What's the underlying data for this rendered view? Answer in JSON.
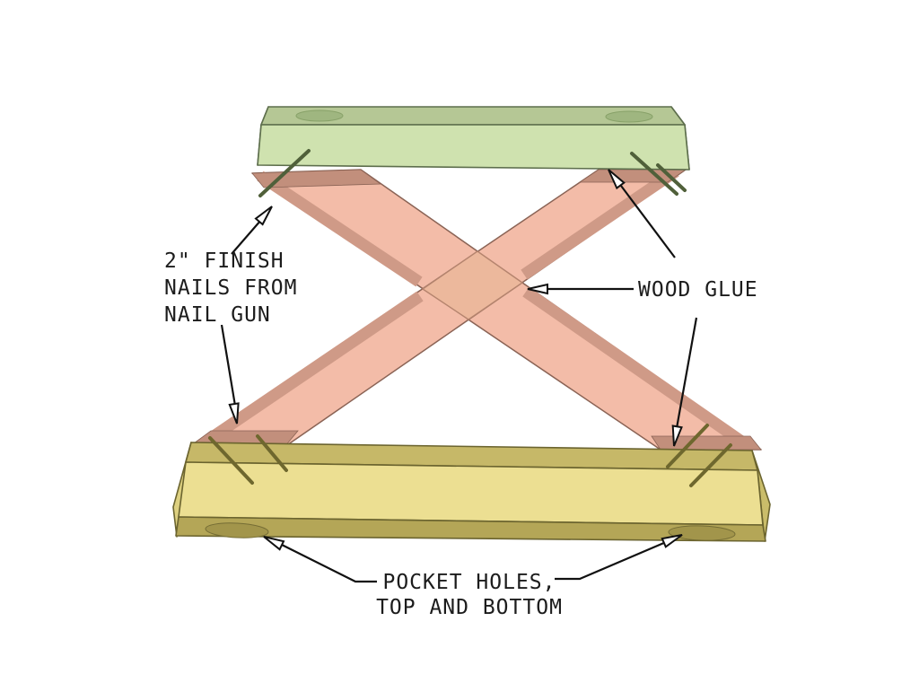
{
  "diagram": {
    "labels": {
      "finish_nails_line1": "2\" FINISH",
      "finish_nails_line2": "NAILS FROM",
      "finish_nails_line3": "NAIL GUN",
      "wood_glue": "WOOD GLUE",
      "pocket_holes_line1": "POCKET HOLES,",
      "pocket_holes_line2": "TOP AND BOTTOM"
    },
    "colors": {
      "background": "#ffffff",
      "top_rail_top": "#b5c795",
      "top_rail_front": "#cfe2af",
      "top_rail_end_left": "#dfe8c8",
      "top_rail_end_right": "#b7cc96",
      "top_rail_hole": "#9fb680",
      "brace_face": "#f3bca8",
      "brace_edge": "#cf9a87",
      "brace_end_shadow": "#c28f7c",
      "brace_lap": "#ecb89c",
      "bottom_rail_top": "#c6b868",
      "bottom_rail_front": "#ecdf92",
      "bottom_rail_bottom": "#b4a657",
      "bottom_rail_end_left": "#ddd080",
      "bottom_rail_end_right": "#cabd6a",
      "bottom_rail_hole": "#a2954b",
      "nail_top": "#50603a",
      "nail_bottom": "#6e672e",
      "leader": "#111111",
      "text": "#1c1c1c"
    }
  }
}
